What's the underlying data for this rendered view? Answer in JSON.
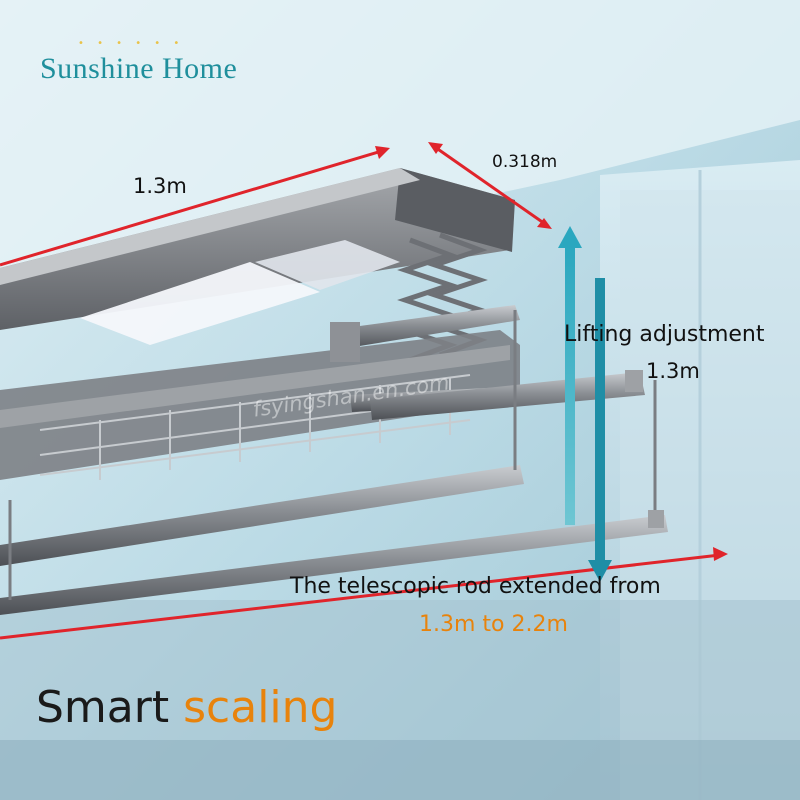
{
  "brand": {
    "name": "Sunshine Home"
  },
  "dimensions": {
    "width": "1.3m",
    "depth": "0.318m"
  },
  "lifting": {
    "label": "Lifting adjustment",
    "value": "1.3m"
  },
  "telescopic": {
    "label": "The telescopic rod extended from",
    "range": "1.3m to 2.2m"
  },
  "watermark": "fsyingshan.en.com",
  "headline": {
    "word1": "Smart",
    "word2": "scaling"
  },
  "colors": {
    "brand": "#1f8f9c",
    "arrow_red": "#e0242b",
    "lift_arrow": "#36aec2",
    "accent_orange": "#e8830c",
    "rack_metal": "#8b8f94"
  }
}
